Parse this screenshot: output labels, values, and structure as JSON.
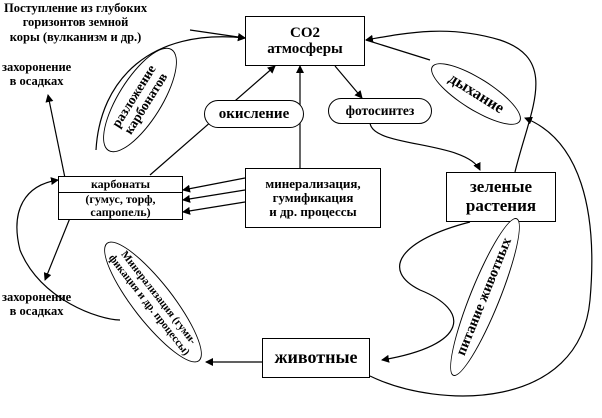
{
  "diagram": {
    "sources": {
      "volcanic": [
        "Поступление из глубоких",
        "горизонтов земной",
        "коры (вулканизм и др.)"
      ]
    },
    "burial_top": [
      "захоронение",
      "в осадках"
    ],
    "burial_bottom": [
      "захоронение",
      "в осадках"
    ],
    "co2": [
      "CO2",
      "атмосферы"
    ],
    "carbonates": {
      "title": "карбонаты",
      "sub": [
        "(гумус, торф,",
        "сапропель)"
      ]
    },
    "mineralization_box": [
      "минерализация,",
      "гумификация",
      "и др. процессы"
    ],
    "green_plants": [
      "зеленые",
      "растения"
    ],
    "animals": "животные",
    "processes": {
      "carbonate_decomposition": [
        "разложение",
        "карбонатов"
      ],
      "oxidation": "окисление",
      "photosynthesis": "фотосинтез",
      "respiration": "дыхание",
      "animal_nutrition": "питание животных",
      "mineralization_oval": [
        "Минерализация (гуми-",
        "фикация и др. процессы)"
      ]
    }
  }
}
